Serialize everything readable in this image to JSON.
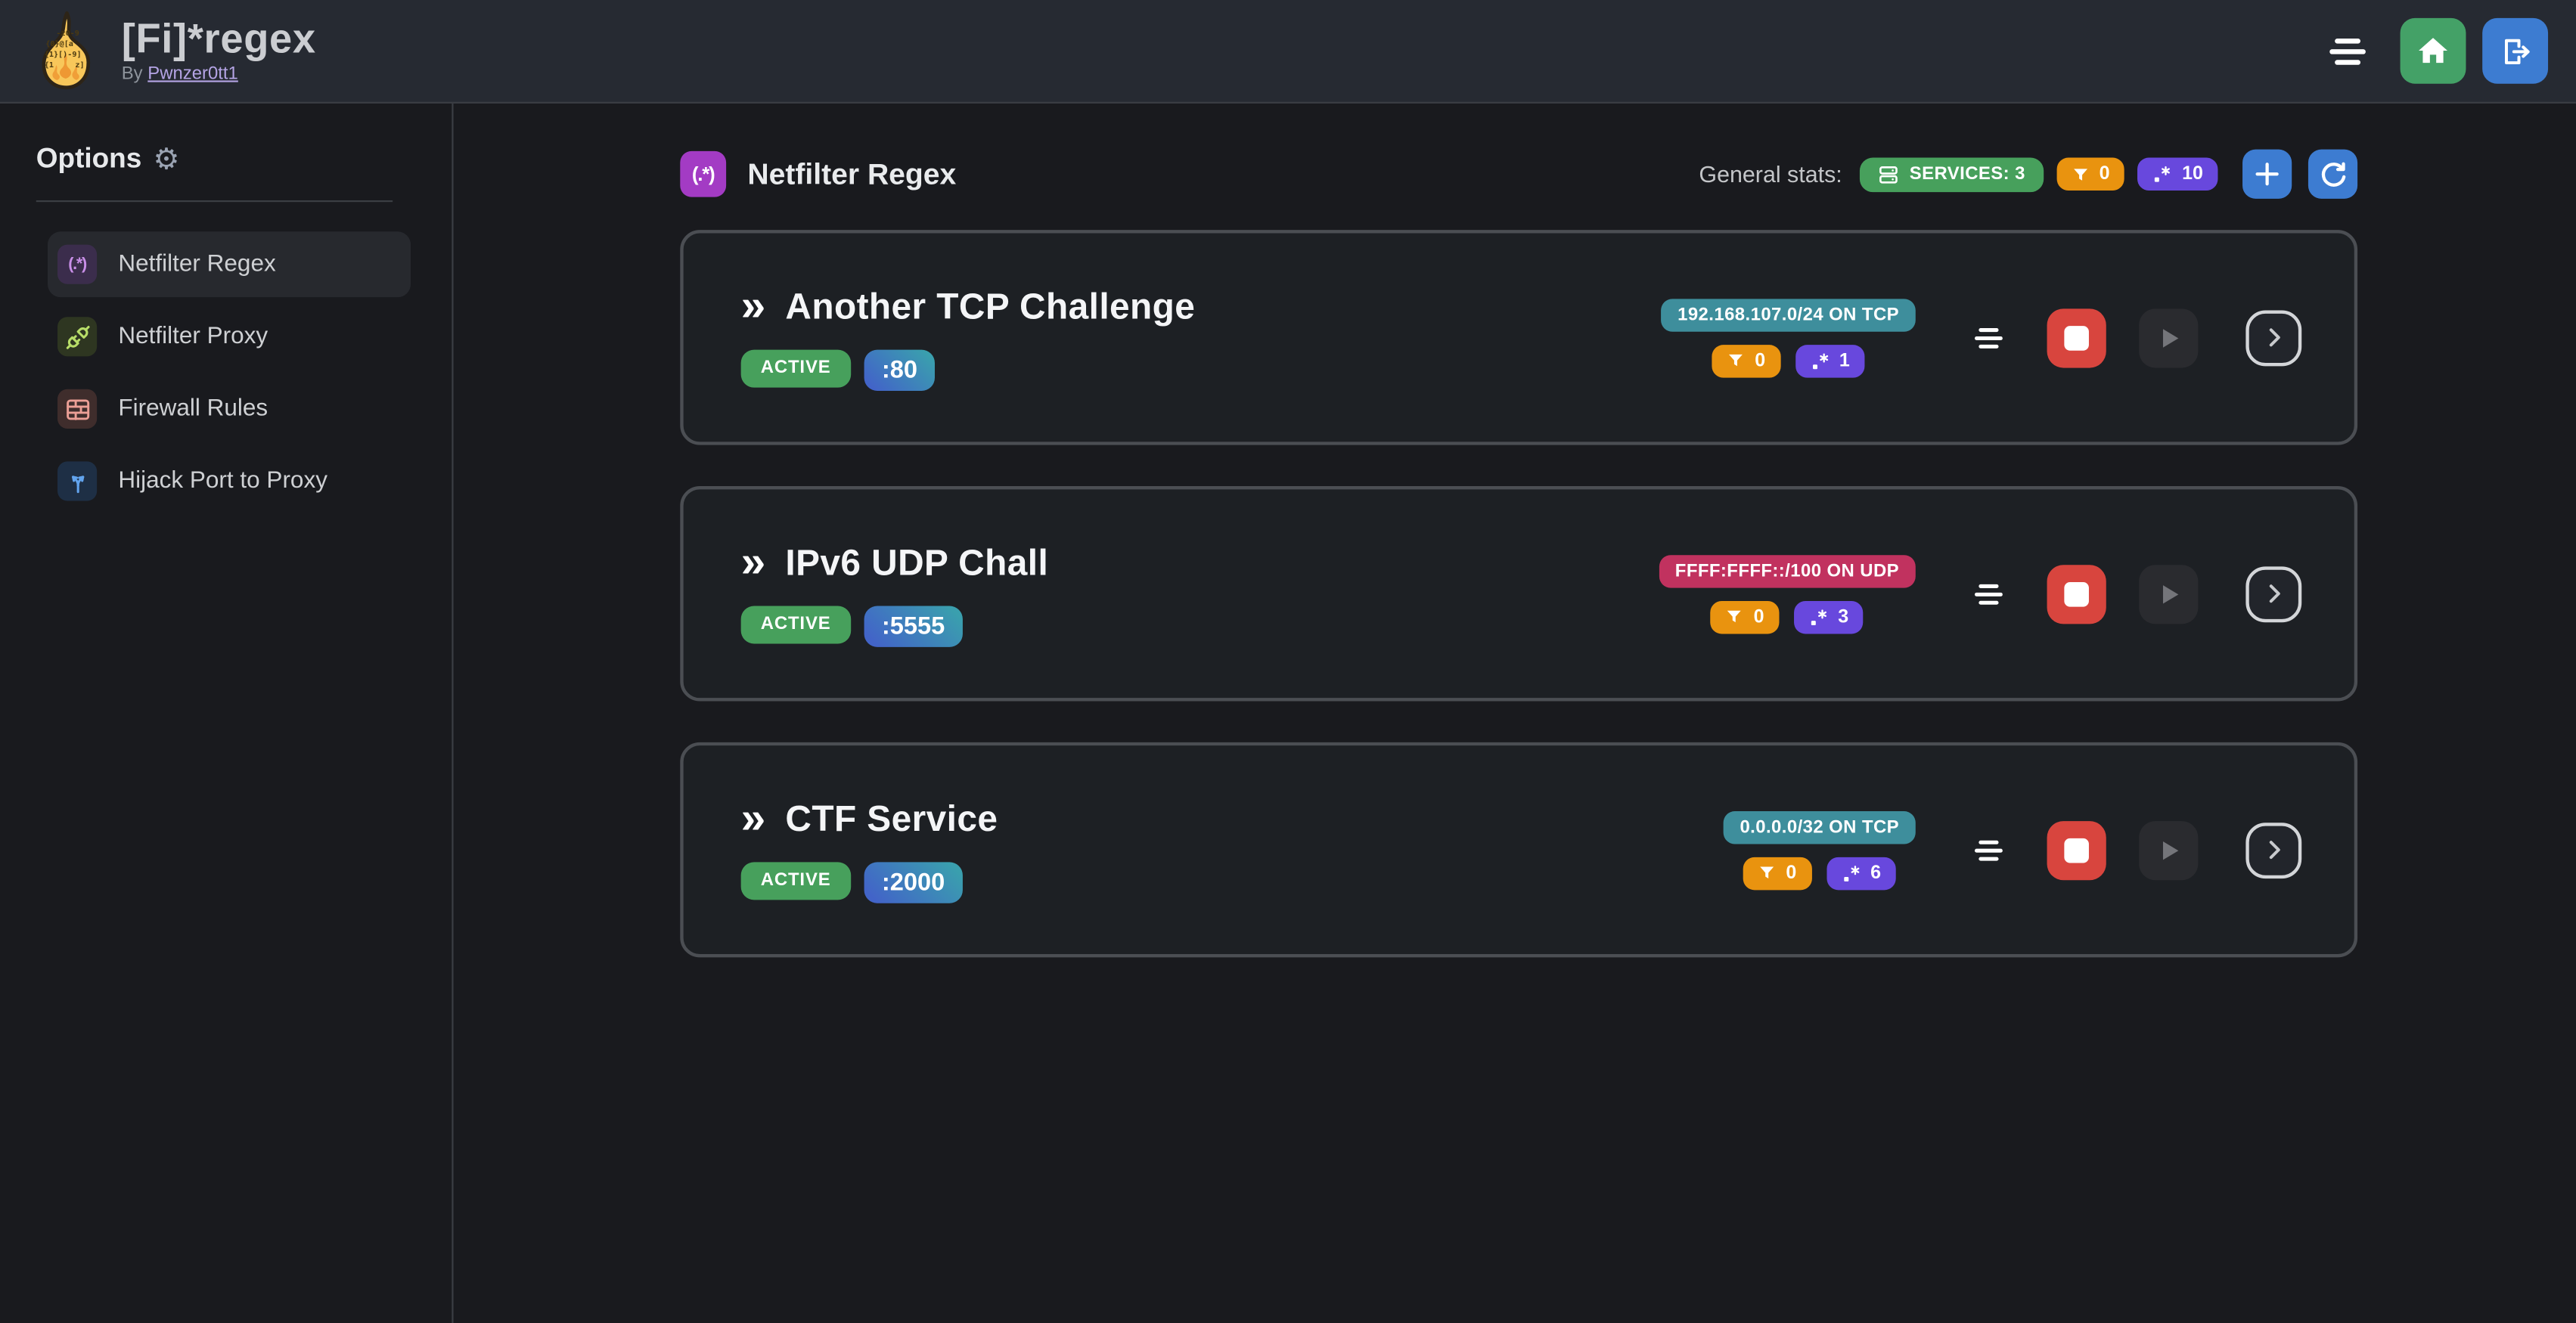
{
  "header": {
    "title": "[Fi]*regex",
    "by_label": "By",
    "author_link": "Pwnzer0tt1"
  },
  "sidebar": {
    "title": "Options",
    "gear_glyph": "⚙",
    "items": [
      {
        "label": "Netfilter Regex",
        "icon": "regex-icon",
        "icon_glyph": "(.*)",
        "active": true
      },
      {
        "label": "Netfilter Proxy",
        "icon": "plug-connected-icon",
        "active": false
      },
      {
        "label": "Firewall Rules",
        "icon": "brick-wall-icon",
        "active": false
      },
      {
        "label": "Hijack Port to Proxy",
        "icon": "arrows-split-icon",
        "active": false
      }
    ]
  },
  "main": {
    "section_title": "Netfilter Regex",
    "section_icon_glyph": "(.*)",
    "title_prefix_glyph": "»",
    "stats": {
      "label": "General stats:",
      "services_badge": "SERVICES: 3",
      "filters_badge": "0",
      "regexes_badge": "10"
    },
    "services": [
      {
        "name": "Another TCP Challenge",
        "status": "ACTIVE",
        "port": ":80",
        "cidr": "192.168.107.0/24 ON TCP",
        "filters": "0",
        "regexes": "1"
      },
      {
        "name": "IPv6 UDP Chall",
        "status": "ACTIVE",
        "port": ":5555",
        "cidr": "FFFF:FFFF::/100 ON UDP",
        "filters": "0",
        "regexes": "3"
      },
      {
        "name": "CTF Service",
        "status": "ACTIVE",
        "port": ":2000",
        "cidr": "0.0.0.0/32 ON TCP",
        "filters": "0",
        "regexes": "6"
      }
    ]
  },
  "icons": {
    "logo": "flame-regex-logo",
    "header_menu": "lines-menu-icon",
    "home": "home-icon",
    "logout": "logout-door-icon",
    "services": "server-icon",
    "filters": "funnel-icon",
    "regexes": "regex-icon",
    "add": "plus-icon",
    "refresh": "refresh-icon",
    "reorder": "lines-menu-icon",
    "stop": "stop-square-icon",
    "play": "play-triangle-icon",
    "expand": "chevron-right-icon"
  },
  "colors": {
    "page_bg": "#191a1e",
    "header_bg": "#262a32",
    "card_bg": "#1d2024",
    "card_border": "#4b4e53",
    "green": "#47a05c",
    "orange": "#e9930f",
    "violet": "#6848dd",
    "blue": "#3d7cd1",
    "red": "#d8453e",
    "teal": "#3e8e9c",
    "pink": "#c1325f",
    "grape": "#a33bc4",
    "link": "#b4a4e4"
  }
}
